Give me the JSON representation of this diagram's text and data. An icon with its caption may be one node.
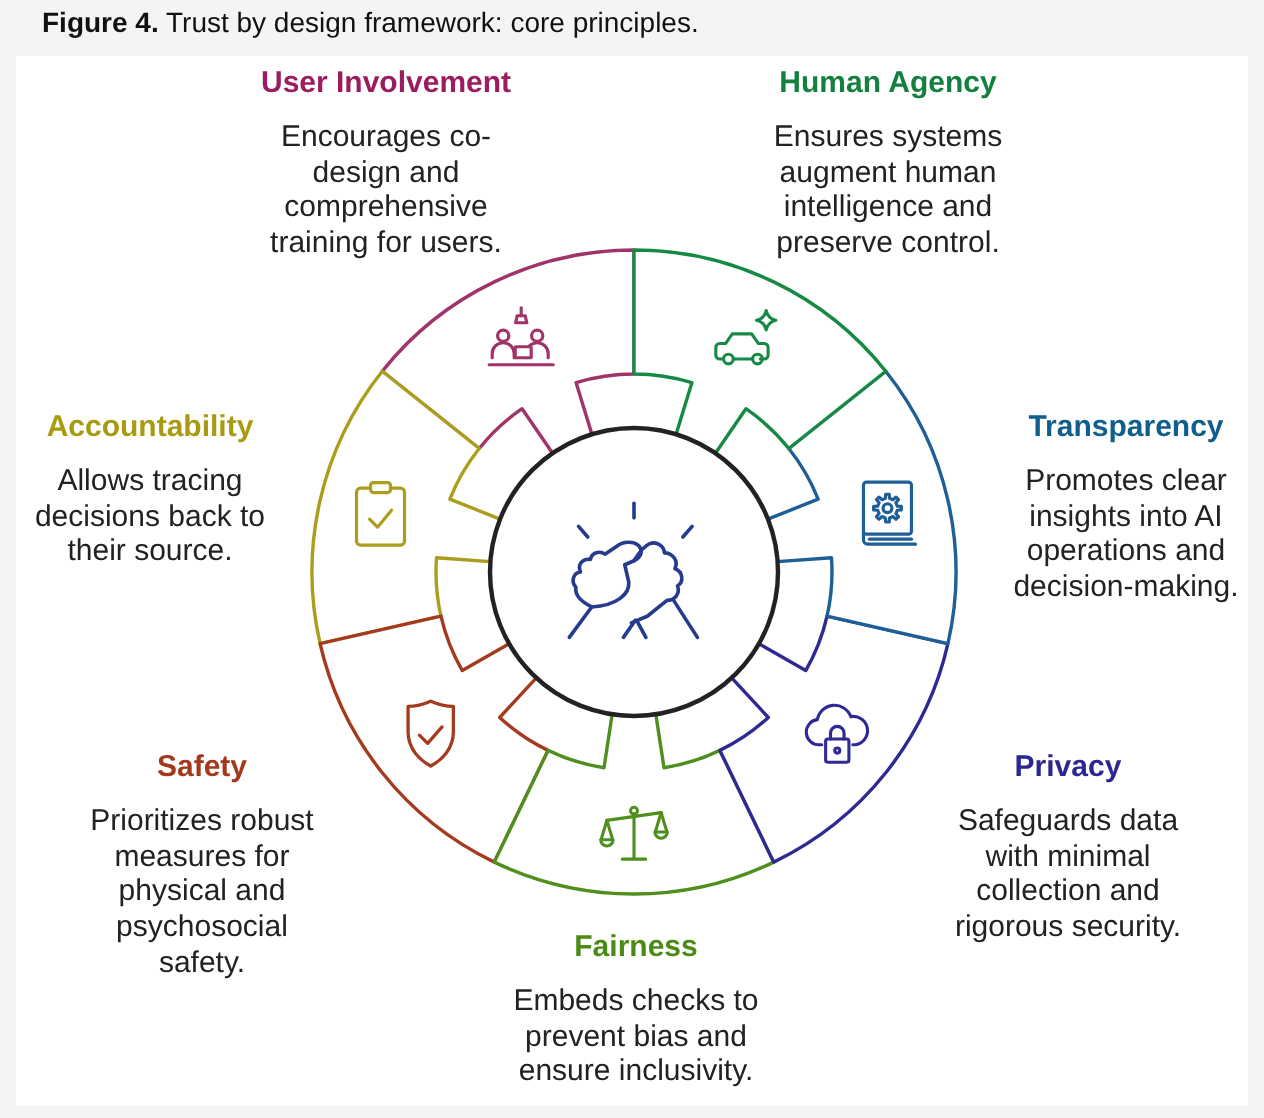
{
  "diagram": {
    "title": "**Figure 4.** Trust by design framework: core principles.",
    "nodes": [
      {
        "text": [],
        "shape": "sector",
        "beside": [
          "User Involvement",
          "Encourages co-design and comprehensive training for users."
        ]
      },
      {
        "text": [],
        "shape": "sector",
        "beside": [
          "Human Agency",
          "Ensures systems augment human intelligence and preserve control."
        ]
      },
      {
        "text": [],
        "shape": "sector",
        "beside": [
          "Transparency",
          "Promotes clear insights into AI operations and decision-making."
        ]
      },
      {
        "text": [],
        "shape": "sector",
        "beside": [
          "Privacy",
          "Safeguards data with minimal collection and rigorous security."
        ]
      },
      {
        "text": [],
        "shape": "sector",
        "beside": [
          "Fairness",
          "Embeds checks to prevent bias and ensure inclusivity."
        ]
      },
      {
        "text": [],
        "shape": "sector",
        "beside": [
          "Safety",
          "Prioritizes robust measures for physical and psychosocial safety."
        ]
      },
      {
        "text": [],
        "shape": "sector",
        "beside": [
          "Accountability",
          "Allows tracing decisions back to their source."
        ]
      },
      {
        "text": [],
        "shape": "circle"
      }
    ]
  }
}
